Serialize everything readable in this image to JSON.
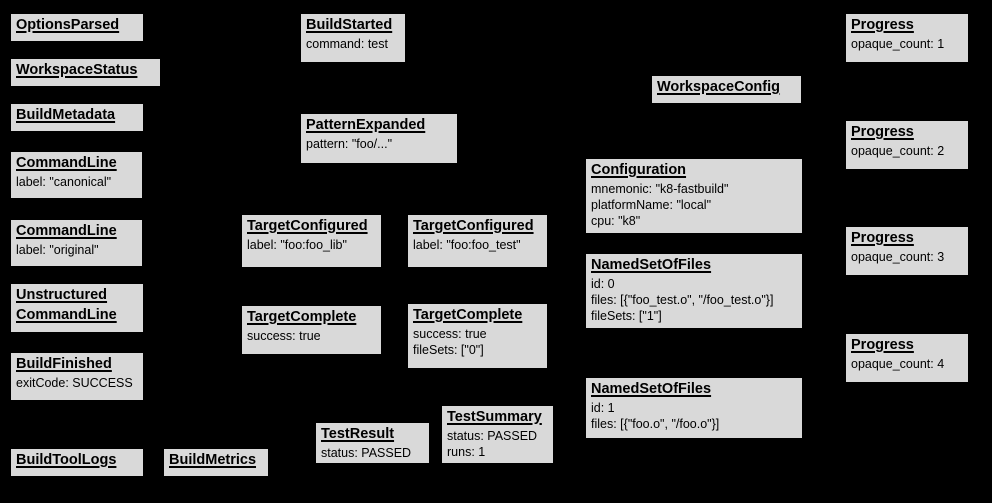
{
  "diagram": {
    "description": "Build Event Protocol event graph",
    "colors": {
      "background": "#000000",
      "node_fill": "#d9d9d9",
      "node_border": "#000000",
      "text": "#000000"
    },
    "nodes": {
      "options_parsed": {
        "title": "OptionsParsed",
        "lines": []
      },
      "workspace_status": {
        "title": "WorkspaceStatus",
        "lines": []
      },
      "build_metadata": {
        "title": "BuildMetadata",
        "lines": []
      },
      "command_line_canonical": {
        "title": "CommandLine",
        "lines": [
          "label: \"canonical\""
        ]
      },
      "command_line_original": {
        "title": "CommandLine",
        "lines": [
          "label: \"original\""
        ]
      },
      "unstructured_command_line": {
        "title": "Unstructured\nCommandLine",
        "lines": []
      },
      "build_finished": {
        "title": "BuildFinished",
        "lines": [
          "exitCode: SUCCESS"
        ]
      },
      "build_tool_logs": {
        "title": "BuildToolLogs",
        "lines": []
      },
      "build_metrics": {
        "title": "BuildMetrics",
        "lines": []
      },
      "build_started": {
        "title": "BuildStarted",
        "lines": [
          "command: test"
        ]
      },
      "pattern_expanded": {
        "title": "PatternExpanded",
        "lines": [
          "pattern: \"foo/...\""
        ]
      },
      "target_configured_lib": {
        "title": "TargetConfigured",
        "lines": [
          "label: \"foo:foo_lib\""
        ]
      },
      "target_configured_test": {
        "title": "TargetConfigured",
        "lines": [
          "label: \"foo:foo_test\""
        ]
      },
      "target_complete_lib": {
        "title": "TargetComplete",
        "lines": [
          "success: true"
        ]
      },
      "target_complete_test": {
        "title": "TargetComplete",
        "lines": [
          "success: true",
          "fileSets: [\"0\"]"
        ]
      },
      "test_result": {
        "title": "TestResult",
        "lines": [
          "status: PASSED"
        ]
      },
      "test_summary": {
        "title": "TestSummary",
        "lines": [
          "status: PASSED",
          "runs: 1"
        ]
      },
      "workspace_config": {
        "title": "WorkspaceConfig",
        "lines": []
      },
      "configuration": {
        "title": "Configuration",
        "lines": [
          "mnemonic: \"k8-fastbuild\"",
          "platformName: \"local\"",
          "cpu: \"k8\""
        ]
      },
      "named_set_of_files_0": {
        "title": "NamedSetOfFiles",
        "lines": [
          "id: 0",
          "files: [{\"foo_test.o\", \"/foo_test.o\"}]",
          "fileSets: [\"1\"]"
        ]
      },
      "named_set_of_files_1": {
        "title": "NamedSetOfFiles",
        "lines": [
          "id: 1",
          "files: [{\"foo.o\", \"/foo.o\"}]"
        ]
      },
      "progress_1": {
        "title": "Progress",
        "lines": [
          "opaque_count: 1"
        ]
      },
      "progress_2": {
        "title": "Progress",
        "lines": [
          "opaque_count: 2"
        ]
      },
      "progress_3": {
        "title": "Progress",
        "lines": [
          "opaque_count: 3"
        ]
      },
      "progress_4": {
        "title": "Progress",
        "lines": [
          "opaque_count: 4"
        ]
      }
    }
  }
}
